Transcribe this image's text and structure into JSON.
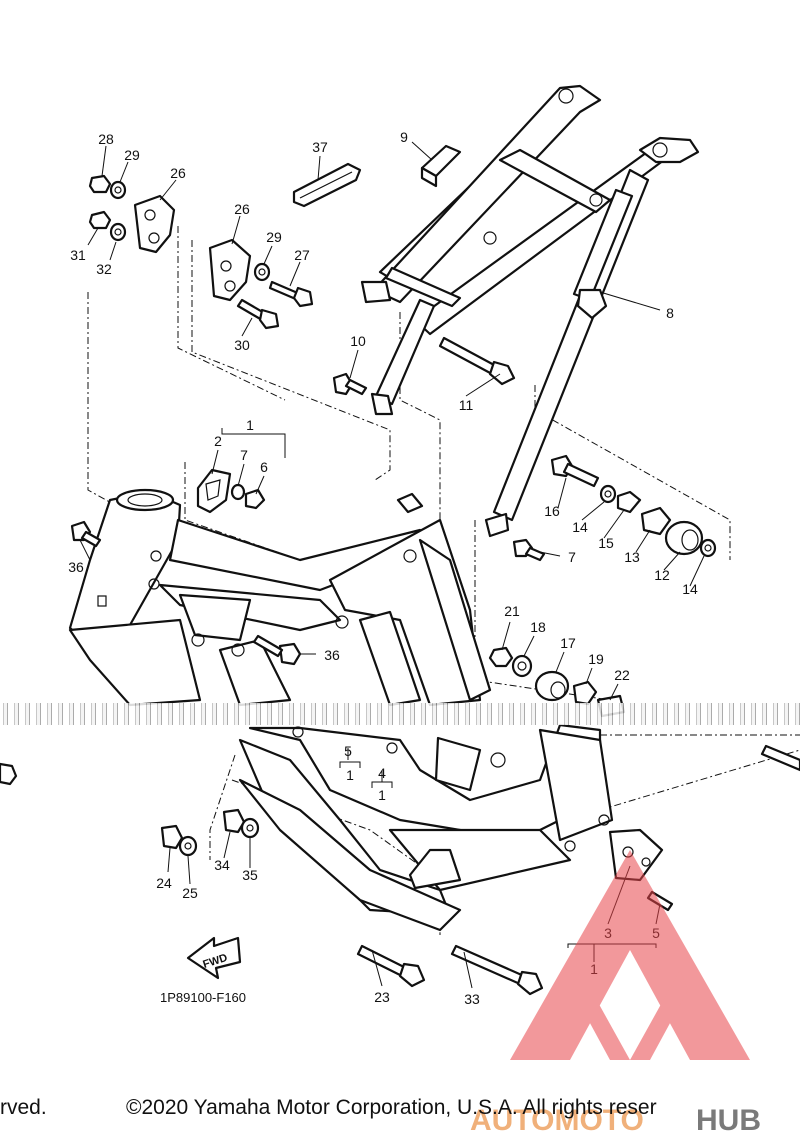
{
  "callouts": [
    {
      "id": "c1a",
      "label": "1"
    },
    {
      "id": "c2",
      "label": "2"
    },
    {
      "id": "c3",
      "label": "3"
    },
    {
      "id": "c4",
      "label": "4"
    },
    {
      "id": "c5",
      "label": "5"
    },
    {
      "id": "c5b",
      "label": "5"
    },
    {
      "id": "c4b",
      "label": "4"
    },
    {
      "id": "c1b",
      "label": "1"
    },
    {
      "id": "c1c",
      "label": "1"
    },
    {
      "id": "c1d",
      "label": "1"
    },
    {
      "id": "c6",
      "label": "6"
    },
    {
      "id": "c7a",
      "label": "7"
    },
    {
      "id": "c7b",
      "label": "7"
    },
    {
      "id": "c8",
      "label": "8"
    },
    {
      "id": "c9",
      "label": "9"
    },
    {
      "id": "c10",
      "label": "10"
    },
    {
      "id": "c11",
      "label": "11"
    },
    {
      "id": "c12",
      "label": "12"
    },
    {
      "id": "c13",
      "label": "13"
    },
    {
      "id": "c14a",
      "label": "14"
    },
    {
      "id": "c14b",
      "label": "14"
    },
    {
      "id": "c15",
      "label": "15"
    },
    {
      "id": "c16",
      "label": "16"
    },
    {
      "id": "c17",
      "label": "17"
    },
    {
      "id": "c18",
      "label": "18"
    },
    {
      "id": "c19",
      "label": "19"
    },
    {
      "id": "c21",
      "label": "21"
    },
    {
      "id": "c22",
      "label": "22"
    },
    {
      "id": "c23",
      "label": "23"
    },
    {
      "id": "c24",
      "label": "24"
    },
    {
      "id": "c25",
      "label": "25"
    },
    {
      "id": "c26a",
      "label": "26"
    },
    {
      "id": "c26b",
      "label": "26"
    },
    {
      "id": "c27",
      "label": "27"
    },
    {
      "id": "c28",
      "label": "28"
    },
    {
      "id": "c29a",
      "label": "29"
    },
    {
      "id": "c29b",
      "label": "29"
    },
    {
      "id": "c30",
      "label": "30"
    },
    {
      "id": "c31",
      "label": "31"
    },
    {
      "id": "c32",
      "label": "32"
    },
    {
      "id": "c33",
      "label": "33"
    },
    {
      "id": "c34",
      "label": "34"
    },
    {
      "id": "c35",
      "label": "35"
    },
    {
      "id": "c36a",
      "label": "36"
    },
    {
      "id": "c36b",
      "label": "36"
    },
    {
      "id": "c37",
      "label": "37"
    }
  ],
  "fwd_label": "FWD",
  "diagram_code": "1P89100-F160",
  "copyright_left": "rved.",
  "copyright_main": "©2020 Yamaha Motor Corporation, U.S.A. All rights reser",
  "watermark": {
    "part1": "AUTOMOTO",
    "part2": "HUB",
    "color_light": "#f0b07a",
    "color_dark": "#7a7a7a",
    "logo_color": "#e8454a"
  }
}
